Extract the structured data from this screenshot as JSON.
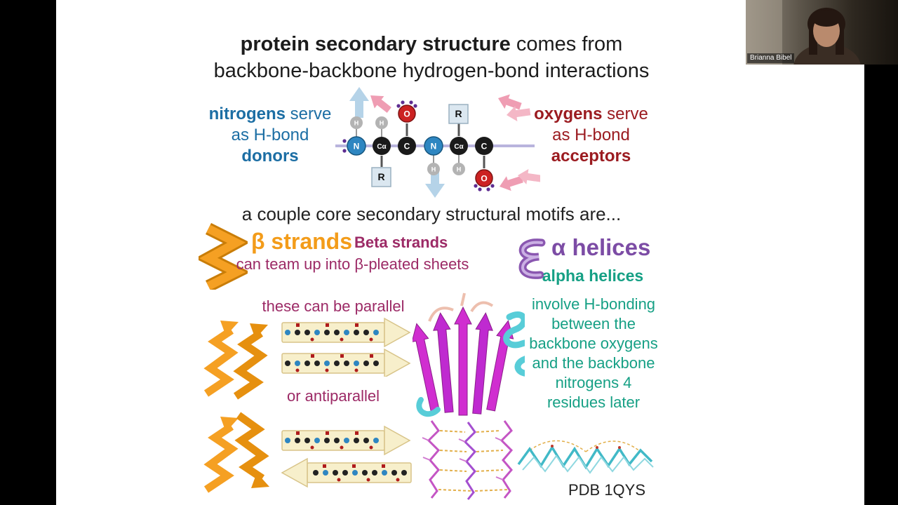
{
  "colors": {
    "beta_orange": "#f5a023",
    "magenta_text": "#9c2a66",
    "alpha_purple": "#7c4ca5",
    "teal_text": "#16a085",
    "nitrogen_blue": "#1c6ea4",
    "oxygen_red": "#9b1b20",
    "ribbon_magenta": "#d02ed0",
    "ribbon_cyan": "#58cdd8",
    "strand_arrow_tan": "#f7efcb"
  },
  "webcam": {
    "name_label": "Brianna Bibel"
  },
  "slide": {
    "title": {
      "bold": "protein secondary structure",
      "regular": " comes from",
      "line2": "backbone-backbone hydrogen-bond interactions"
    },
    "donors": {
      "word": "nitrogens",
      "rest": " serve",
      "line2": "as H-bond",
      "line3": "donors"
    },
    "acceptors": {
      "word": "oxygens",
      "rest": " serve",
      "line2": "as H-bond",
      "line3": "acceptors"
    },
    "backbone_atoms": [
      {
        "label": "H"
      },
      {
        "label": "H"
      },
      {
        "label": "N"
      },
      {
        "label": "Cα"
      },
      {
        "label": "C"
      },
      {
        "label": "O"
      },
      {
        "label": "N"
      },
      {
        "label": "Cα"
      },
      {
        "label": "C"
      },
      {
        "label": "O"
      },
      {
        "label": "R"
      },
      {
        "label": "R"
      },
      {
        "label": "H"
      },
      {
        "label": "H"
      }
    ],
    "motifs_heading": "a couple core secondary structural motifs are...",
    "beta": {
      "title": "β strands",
      "subtitle": "Beta strands",
      "desc": "can team up into β-pleated sheets",
      "parallel": "these can be parallel",
      "antiparallel": "or antiparallel"
    },
    "alpha": {
      "title": "α helices",
      "subtitle": "alpha helices",
      "desc": "involve H-bonding between the backbone oxygens and the backbone nitrogens 4 residues later"
    },
    "pdb_label": "PDB 1QYS"
  }
}
